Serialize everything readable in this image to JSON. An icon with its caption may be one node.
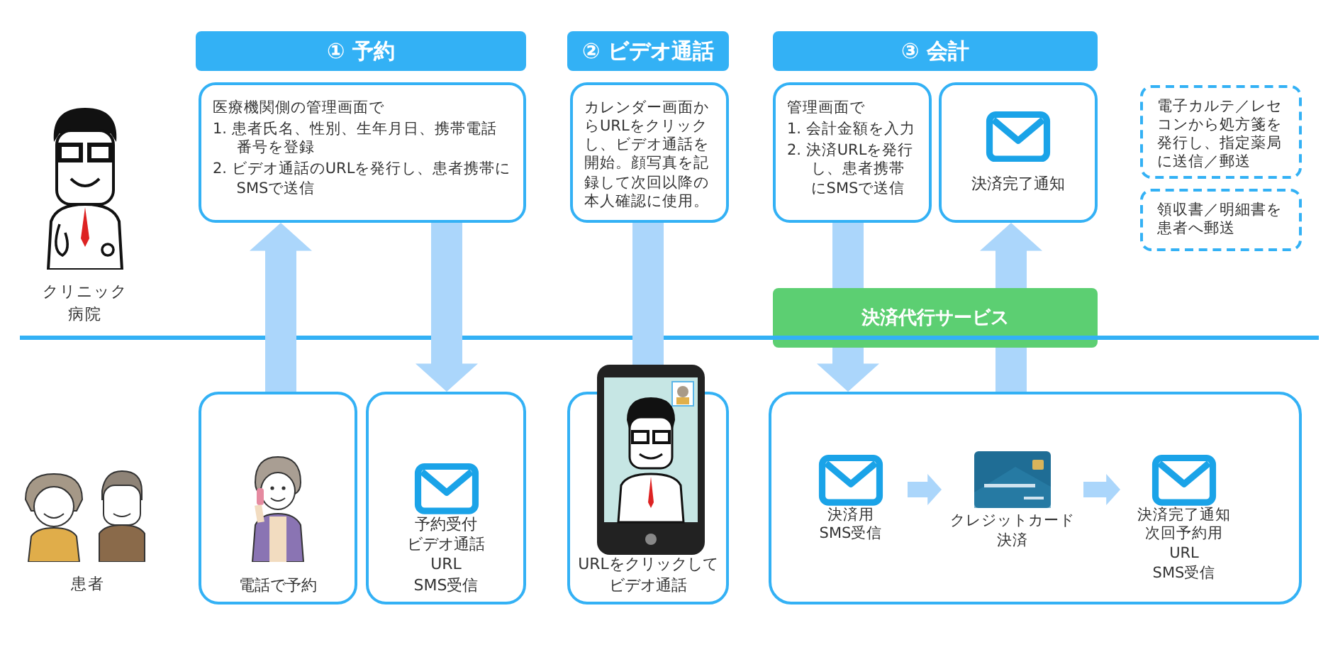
{
  "diagram": {
    "nodes": [
      {
        "text": [
          "① 予約"
        ]
      },
      {
        "text": [
          "② ビデオ通話"
        ]
      },
      {
        "text": [
          "③ 会計"
        ]
      },
      {
        "text": [
          "医療機関側の管理画面で",
          "1. 患者氏名、性別、生年月日、携帯電話番号を登録",
          "2. ビデオ通話のURLを発行し、患者携帯にSMSで送信"
        ]
      },
      {
        "text": [
          "カレンダー画面からURLをクリックし、ビデオ通話を開始。顔写真を記録して次回以降の本人確認に使用。"
        ]
      },
      {
        "text": [
          "管理画面で",
          "1. 会計金額を入力",
          "2. 決済URLを発行し、患者携帯にSMSで送信"
        ]
      },
      {
        "text": [
          "決済完了通知"
        ]
      },
      {
        "text": [
          "電子カルテ／レセコンから処方箋を発行し、指定薬局に送信／郵送"
        ]
      },
      {
        "text": [
          "領収書／明細書を患者へ郵送"
        ]
      },
      {
        "text": [
          "決済代行サービス"
        ]
      },
      {
        "text": [
          "電話で予約"
        ]
      },
      {
        "text": [
          "予約受付",
          "ビデオ通話",
          "URL",
          "SMS受信"
        ]
      },
      {
        "text": [
          "URLをクリックしてビデオ通話"
        ]
      },
      {
        "text": [],
        "shape": "box"
      },
      {
        "text": [
          "決済用",
          "SMS受信"
        ],
        "in": 13
      },
      {
        "text": [
          "クレジットカード",
          "決済"
        ],
        "in": 13
      },
      {
        "text": [
          "決済完了通知",
          "次回予約用",
          "URL",
          "SMS受信"
        ],
        "in": 13
      }
    ],
    "edges": [
      {
        "from": 10,
        "to": 3,
        "arrow": "to"
      },
      {
        "from": 3,
        "to": 11,
        "arrow": "to"
      },
      {
        "from": 4,
        "to": 12,
        "arrow": "none"
      },
      {
        "from": 5,
        "to": 9,
        "arrow": "none"
      },
      {
        "from": 9,
        "to": 13,
        "arrow": "to"
      },
      {
        "from": 13,
        "to": 9,
        "arrow": "none"
      },
      {
        "from": 9,
        "to": 6,
        "arrow": "to"
      },
      {
        "from": 14,
        "to": 15,
        "arrow": "to"
      },
      {
        "from": 15,
        "to": 16,
        "arrow": "to"
      }
    ],
    "labels": [
      "クリニック",
      "病院",
      "患者"
    ]
  }
}
